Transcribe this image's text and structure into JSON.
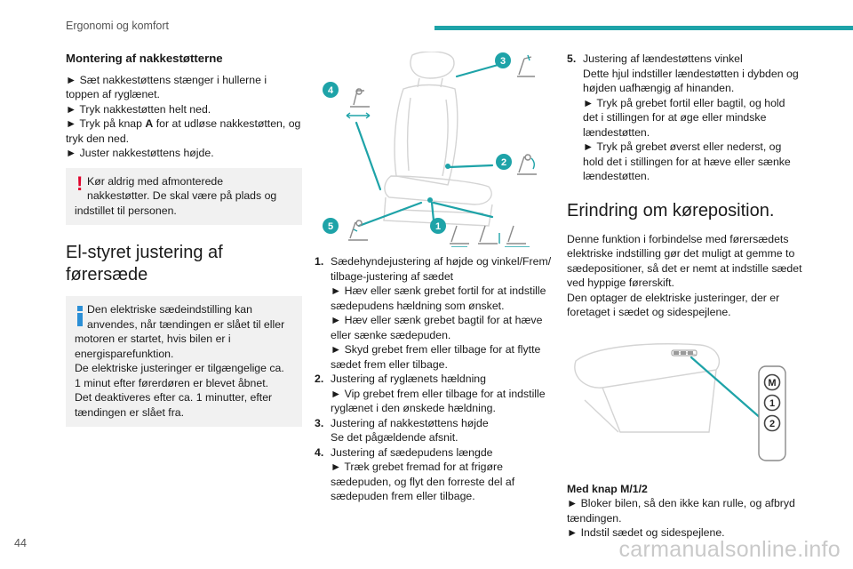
{
  "header": {
    "title": "Ergonomi og komfort"
  },
  "page_number": "44",
  "watermark": "carmanualsonline.info",
  "col1": {
    "mount_heading": "Montering af nakkestøtterne",
    "mount_steps": [
      "► Sæt nakkestøttens stænger i hullerne i",
      "toppen af ryglænet.",
      "► Tryk nakkestøtten helt ned.",
      "► Tryk på knap ",
      "A",
      " for at udløse nakkestøtten, og",
      "tryk den ned.",
      "► Juster nakkestøttens højde."
    ],
    "warning_icon": "!",
    "warning": [
      "Kør aldrig med afmonterede",
      "nakkestøtter. De skal være på plads og",
      "indstillet til personen."
    ],
    "elec_heading": [
      "El-styret justering af",
      "førersæde"
    ],
    "info": [
      "Den elektriske sædeindstilling kan",
      "anvendes, når tændingen er slået til eller",
      "motoren er startet, hvis bilen er i",
      "energisparefunktion.",
      "De elektriske justeringer er tilgængelige ca.",
      "1 minut efter førerdøren er blevet åbnet.",
      "Det deaktiveres efter ca. 1 minutter, efter",
      "tændingen er slået fra."
    ]
  },
  "seat_figure": {
    "callouts": [
      "1",
      "2",
      "3",
      "4",
      "5"
    ]
  },
  "col2": {
    "items": [
      {
        "num": "1.",
        "lines": [
          "Sædehyndejustering af højde og vinkel/Frem/",
          "tilbage-justering af sædet",
          "► Hæv eller sænk grebet fortil for at indstille",
          "sædepudens hældning som ønsket.",
          "► Hæv eller sænk grebet bagtil for at hæve",
          "eller sænke sædepuden.",
          "► Skyd grebet frem eller tilbage for at flytte",
          "sædet frem eller tilbage."
        ]
      },
      {
        "num": "2.",
        "lines": [
          "Justering af ryglænets hældning",
          "► Vip grebet frem eller tilbage for at indstille",
          "ryglænet i den ønskede hældning."
        ]
      },
      {
        "num": "3.",
        "lines": [
          "Justering af nakkestøttens højde",
          "Se det pågældende afsnit."
        ]
      },
      {
        "num": "4.",
        "lines": [
          "Justering af sædepudens længde",
          "► Træk grebet fremad for at frigøre",
          "sædepuden, og flyt den forreste del af",
          "sædepuden frem eller tilbage."
        ]
      }
    ]
  },
  "col3": {
    "item5": {
      "num": "5.",
      "lines": [
        "Justering af lændestøttens vinkel",
        "Dette hjul indstiller lændestøtten i dybden og",
        "højden uafhængig af hinanden.",
        "► Tryk på grebet fortil eller bagtil, og hold",
        "det i stillingen for at øge eller mindske",
        "lændestøtten.",
        "► Tryk på grebet øverst eller nederst, og",
        "hold det i stillingen for at hæve eller sænke",
        "lændestøtten."
      ]
    },
    "memory_heading": "Erindring om køreposition.",
    "memory_text": [
      "Denne funktion i forbindelse med førersædets",
      "elektriske indstilling gør det muligt at gemme to",
      "sædepositioner, så det er nemt at indstille sædet",
      "ved hyppige førerskift.",
      "Den optager de elektriske justeringer, der er",
      "foretaget i sædet og sidespejlene."
    ],
    "switch_buttons": [
      "M",
      "1",
      "2"
    ],
    "button_heading": "Med knap M/1/2",
    "button_steps": [
      "► Bloker bilen, så den ikke kan rulle, og afbryd",
      "tændingen.",
      "► Indstil sædet og sidespejlene."
    ]
  },
  "colors": {
    "accent": "#1ea3a8",
    "warning": "#e0002b",
    "info": "#2b8fd6"
  }
}
